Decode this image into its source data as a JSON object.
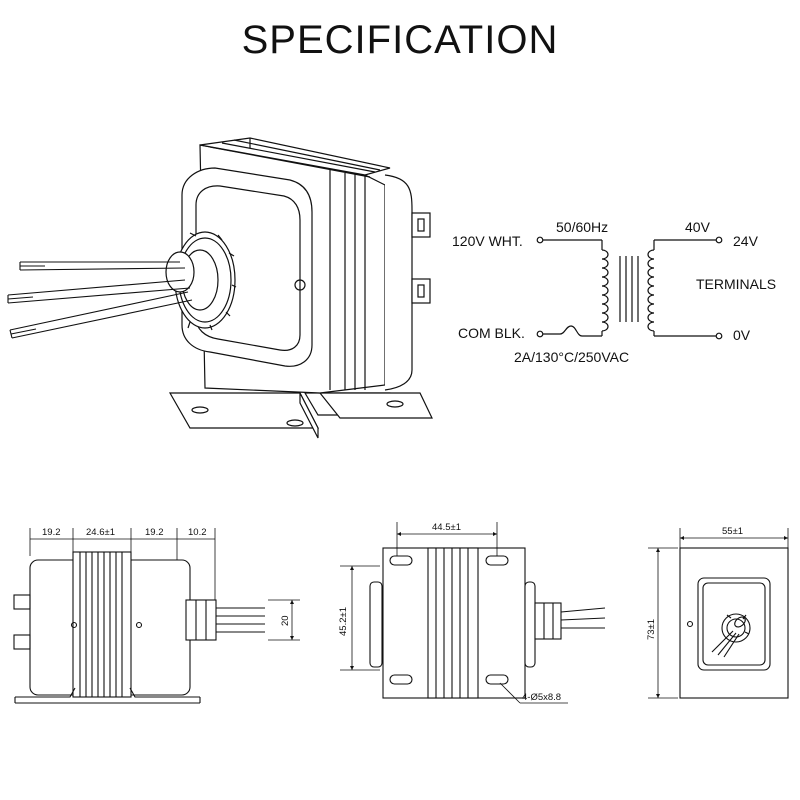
{
  "title": "SPECIFICATION",
  "schematic": {
    "primary_hot": "120V WHT.",
    "primary_common": "COM BLK.",
    "frequency": "50/60Hz",
    "fuse_rating": "2A/130°C/250VAC",
    "secondary_top": "40V",
    "tap_24v": "24V",
    "tap_0v": "0V",
    "terminals": "TERMINALS"
  },
  "side_view": {
    "dim_a": "19.2",
    "dim_b": "24.6±1",
    "dim_c": "19.2",
    "dim_d": "10.2",
    "dim_height": "20"
  },
  "front_view": {
    "dim_width": "44.5±1",
    "dim_height": "45.2±1",
    "holes": "4-Ø5x8.8"
  },
  "end_view": {
    "dim_width": "55±1",
    "dim_height": "73±1"
  }
}
